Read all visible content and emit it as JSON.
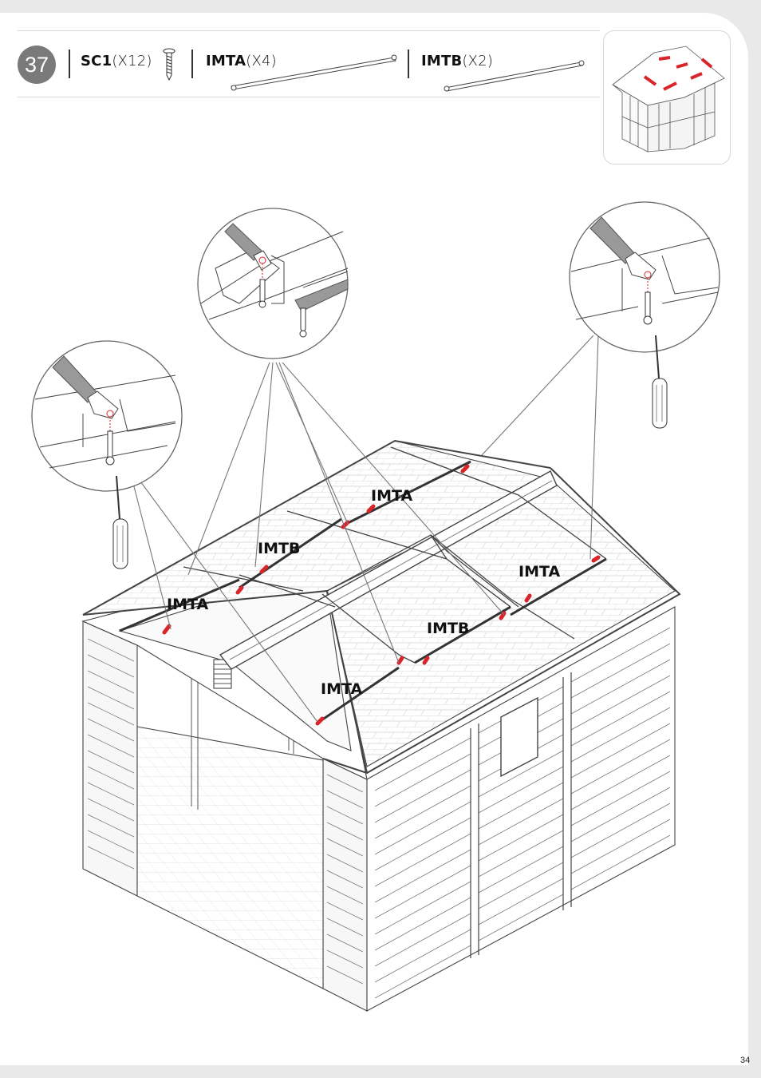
{
  "step": {
    "number": "37"
  },
  "parts": [
    {
      "code": "SC1",
      "qty": "(X12)"
    },
    {
      "code": "IMTA",
      "qty": "(X4)"
    },
    {
      "code": "IMTB",
      "qty": "(X2)"
    }
  ],
  "callouts": [
    {
      "text": "IMTA"
    },
    {
      "text": "IMTB"
    },
    {
      "text": "IMTA"
    },
    {
      "text": "IMTA"
    },
    {
      "text": "IMTB"
    },
    {
      "text": "IMTA"
    }
  ],
  "page_number": "34",
  "colors": {
    "highlight": "#d9242a",
    "line": "#555555",
    "step_circle": "#7a7a7a"
  }
}
